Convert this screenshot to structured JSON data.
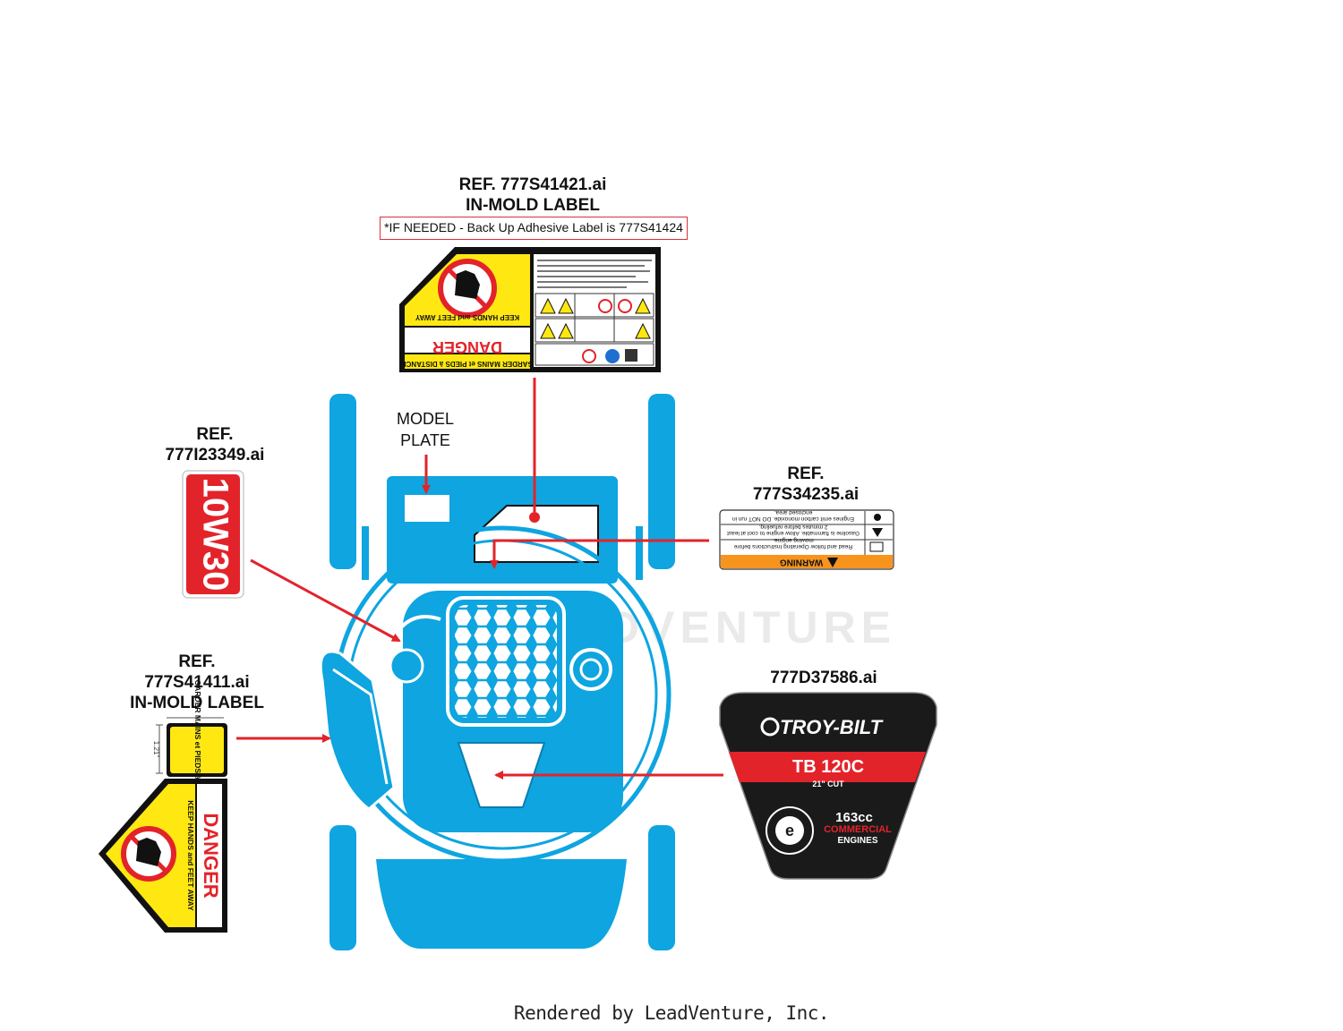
{
  "labels": {
    "top": {
      "line1": "REF. 777S41421.ai",
      "line2": "IN-MOLD LABEL"
    },
    "note": "*IF NEEDED - Back Up Adhesive Label is 777S41424",
    "model_plate": {
      "line1": "MODEL",
      "line2": "PLATE"
    },
    "oil": {
      "line1": "REF.",
      "line2": "777I23349.ai"
    },
    "warning": {
      "line1": "REF.",
      "line2": "777S34235.ai"
    },
    "left_danger": {
      "line1": "REF.",
      "line2": "777S41411.ai",
      "line3": "IN-MOLD LABEL"
    },
    "brand_ref": "777D37586.ai"
  },
  "decals": {
    "oil_text": "10W30",
    "danger_word": "DANGER",
    "danger_sub": "KEEP HANDS and FEET AWAY",
    "danger_fr": "GARDER MAINS et PIEDS à DISTANCE",
    "warning_header": "WARNING",
    "warning_line1": "Read and follow Operating Instructions before",
    "warning_line2": "mowing engine.",
    "warning_line3": "Gasoline is flammable. Allow engine to cool at least",
    "warning_line4": "2 minutes before refueling.",
    "warning_line5": "Engines emit carbon monoxide. DO NOT run in",
    "warning_line6": "enclosed area.",
    "brand_name": "TROY-BILT",
    "model": "TB 120C",
    "cut": "21\" CUT",
    "cc": "163cc",
    "commercial": "COMMERCIAL",
    "engines": "ENGINES",
    "dim": "1.21\""
  },
  "watermark": "LEADVENTURE",
  "footer": "Rendered by LeadVenture, Inc.",
  "colors": {
    "mower": "#0ea5e0",
    "arrow": "#e3232a",
    "danger_red": "#e3232a",
    "danger_yellow": "#ffe812",
    "warning_orange": "#f7941d",
    "brand_black": "#1a1a1a"
  }
}
